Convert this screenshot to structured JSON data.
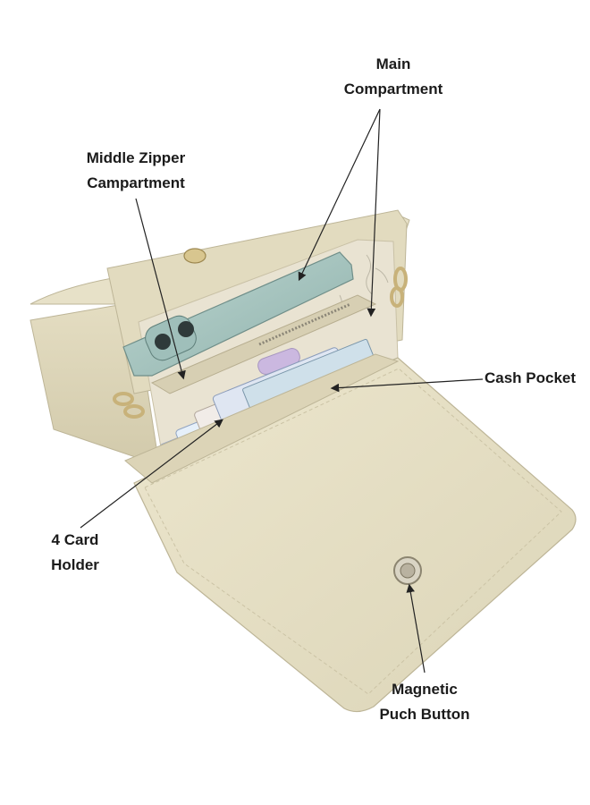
{
  "product": {
    "colors": {
      "leather": "#e6e0c6",
      "leather_shadow": "#cfc7a8",
      "lining": "#e9e3d2",
      "hardware": "#c8b27a",
      "phone": "#a9c7c2",
      "arrow": "#222222",
      "text": "#1b1b1b"
    }
  },
  "callouts": {
    "main_compartment": {
      "line1": "Main",
      "line2": "Compartment"
    },
    "middle_zipper": {
      "line1": "Middle Zipper",
      "line2": "Campartment"
    },
    "cash_pocket": {
      "line1": "Cash Pocket"
    },
    "card_holder": {
      "line1": "4 Card",
      "line2": "Holder"
    },
    "magnetic_button": {
      "line1": "Magnetic",
      "line2": "Puch Button"
    }
  }
}
